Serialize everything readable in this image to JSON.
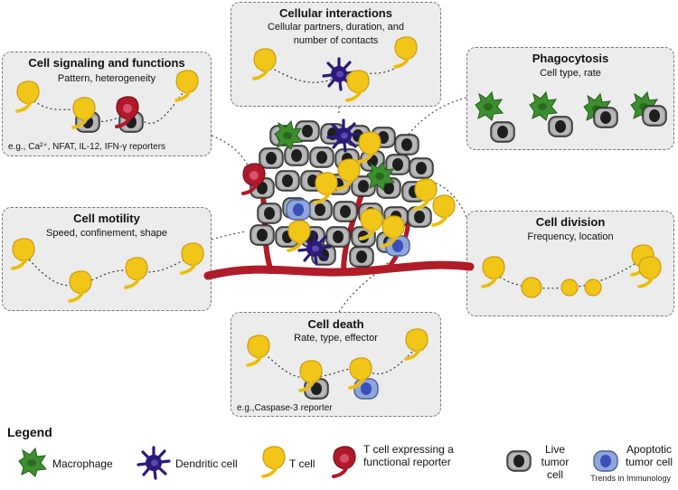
{
  "panels": {
    "interactions": {
      "title": "Cellular interactions",
      "subtitle": "Cellular partners, duration, and number of contacts"
    },
    "signaling": {
      "title": "Cell signaling and functions",
      "subtitle": "Pattern, heterogeneity",
      "note": "e.g., Ca²⁺, NFAT, IL-12, IFN-γ reporters"
    },
    "phagocytosis": {
      "title": "Phagocytosis",
      "subtitle": "Cell type, rate"
    },
    "motility": {
      "title": "Cell motility",
      "subtitle": "Speed, confinement, shape"
    },
    "division": {
      "title": "Cell division",
      "subtitle": "Frequency, location"
    },
    "death": {
      "title": "Cell death",
      "subtitle": "Rate, type, effector",
      "note": "e.g.,Caspase-3 reporter"
    }
  },
  "legend": {
    "title": "Legend",
    "items": [
      {
        "label": "Macrophage",
        "icon": "macrophage-icon"
      },
      {
        "label": "Dendritic cell",
        "icon": "dendritic-cell-icon"
      },
      {
        "label": "T cell",
        "icon": "t-cell-icon"
      },
      {
        "label": "T cell expressing a functional reporter",
        "icon": "reporter-t-cell-icon"
      },
      {
        "label": "Live tumor cell",
        "icon": "live-tumor-cell-icon"
      },
      {
        "label": "Apoptotic tumor cell",
        "icon": "apoptotic-tumor-cell-icon"
      }
    ]
  },
  "credit": "Trends in Immunology",
  "colors": {
    "t_cell": "#f2c618",
    "reporter": "#b0192a",
    "macrophage": "#3c8f2e",
    "dendritic": "#2b1a7a",
    "tumor": "#8f8f8f",
    "apoptotic": "#8fa6d8",
    "vessel": "#b01c28",
    "panel_bg": "#ececec"
  }
}
